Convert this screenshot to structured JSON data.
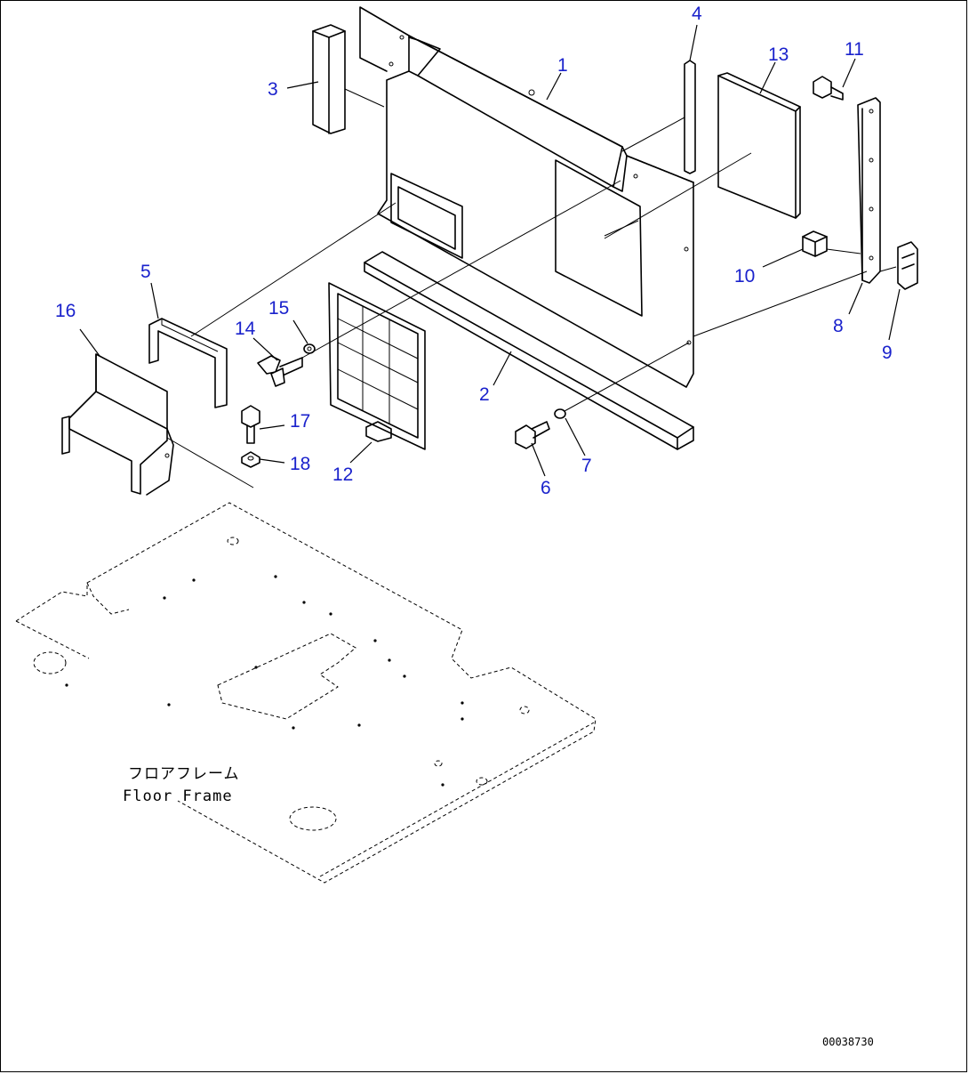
{
  "diagram": {
    "floor_label_jp": "フロアフレーム",
    "floor_label_en": "Floor Frame",
    "drawing_code": "00038730",
    "callouts": [
      "1",
      "2",
      "3",
      "4",
      "5",
      "6",
      "7",
      "8",
      "9",
      "10",
      "11",
      "12",
      "13",
      "14",
      "15",
      "16",
      "17",
      "18"
    ]
  }
}
